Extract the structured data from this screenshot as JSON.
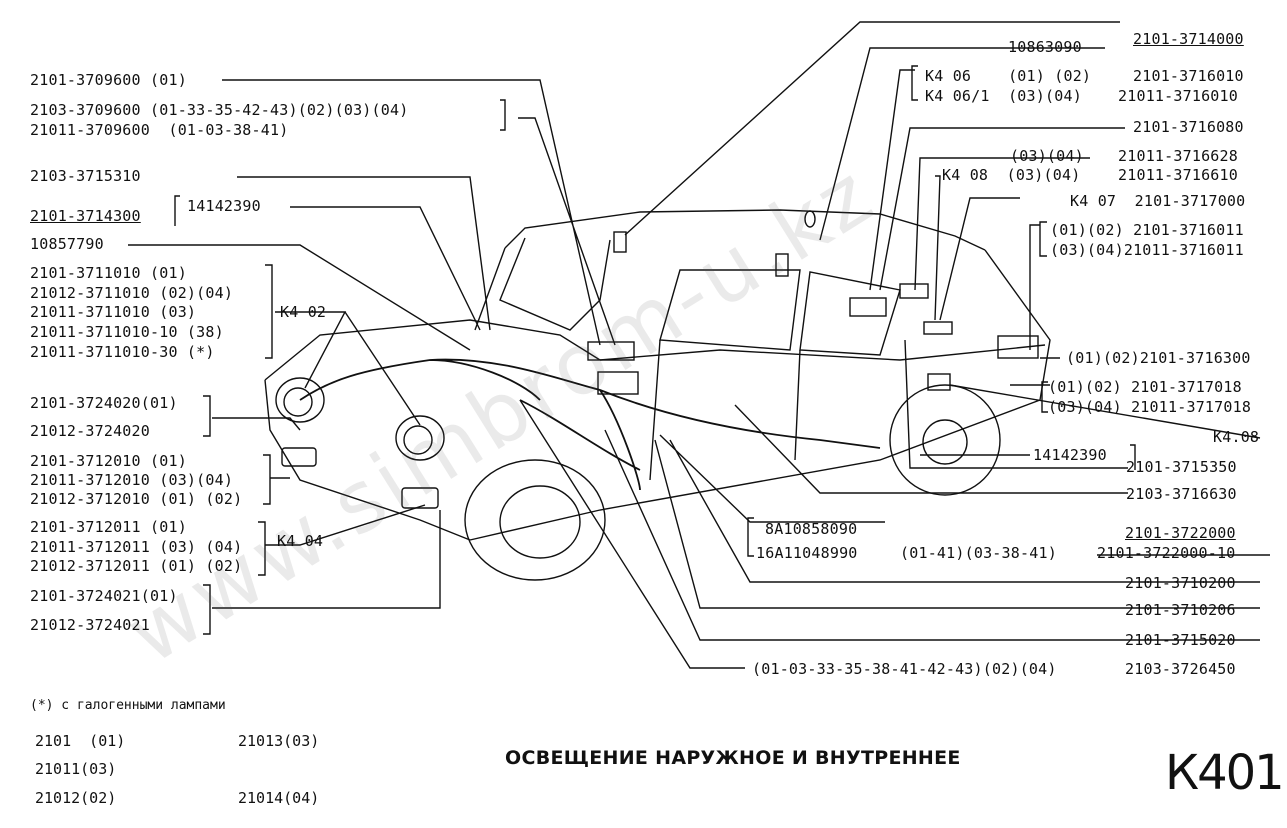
{
  "left_labels": {
    "p1": "2101-3709600 (01)",
    "p2a": "2103-3709600 (01-33-35-42-43)(02)(03)(04)",
    "p2b": "21011-3709600  (01-03-38-41)",
    "p3": "2103-3715310",
    "p4": "2101-3714300",
    "p4b": "14142390",
    "p5": "10857790",
    "h1": "2101-3711010 (01)",
    "h2": "21012-3711010 (02)(04)",
    "h3": "21011-3711010 (03)",
    "h4": "21011-3711010-10 (38)",
    "h5": "21011-3711010-30 (*)",
    "hk": "K4 02",
    "f1": "2101-3724020(01)",
    "f2": "21012-3724020",
    "t1": "2101-3712010 (01)",
    "t2": "21011-3712010 (03)(04)",
    "t3": "21012-3712010 (01) (02)",
    "s1": "2101-3712011 (01)",
    "s2": "21011-3712011 (03) (04)",
    "s3": "21012-3712011 (01) (02)",
    "sk": "K4 04",
    "g1": "2101-3724021(01)",
    "g2": "21012-3724021"
  },
  "right_labels": {
    "r0a": "10863090",
    "r0b": "2101-3714000",
    "r1a": "K4 06    (01) (02)",
    "r1b": "2101-3716010",
    "r2a": "K4 06/1  (03)(04)",
    "r2b": "21011-3716010",
    "r3": "2101-3716080",
    "r4a": "(03)(04)",
    "r4b": "21011-3716628",
    "r5a": "K4 08  (03)(04)",
    "r5b": "21011-3716610",
    "r6": "K4 07  2101-3717000",
    "r7": "(01)(02) 2101-3716011",
    "r8": "(03)(04)21011-3716011",
    "r9": "(01)(02)2101-3716300",
    "r10": "(01)(02) 2101-3717018",
    "r11": "(03)(04) 21011-3717018",
    "r12": "K4.08",
    "r13a": "14142390",
    "r13b": "2101-3715350",
    "r14": "2103-3716630",
    "r15a": "8A10858090",
    "r15b": "16A11048990",
    "r15c": "(01-41)(03-38-41)",
    "r15d": "2101-3722000",
    "r15e": "2101-3722000-10",
    "r16": "2101-3710200",
    "r17": "2101-3710206",
    "r18": "2101-3715020",
    "r19a": "(01-03-33-35-38-41-42-43)(02)(04)",
    "r19b": "2103-3726450"
  },
  "footnote": "(*) с галогенными лампами",
  "legend": {
    "l1": "2101  (01)",
    "l2": "21013(03)",
    "l3": "21011(03)",
    "l4": "21012(02)",
    "l5": "21014(04)"
  },
  "title": "ОСВЕЩЕНИЕ НАРУЖНОЕ И ВНУТРЕННЕЕ",
  "page_code": "К401",
  "watermark": "www.simbrom-u.kz",
  "colors": {
    "ink": "#111111",
    "background": "#ffffff",
    "watermark": "#b5b5b5"
  }
}
